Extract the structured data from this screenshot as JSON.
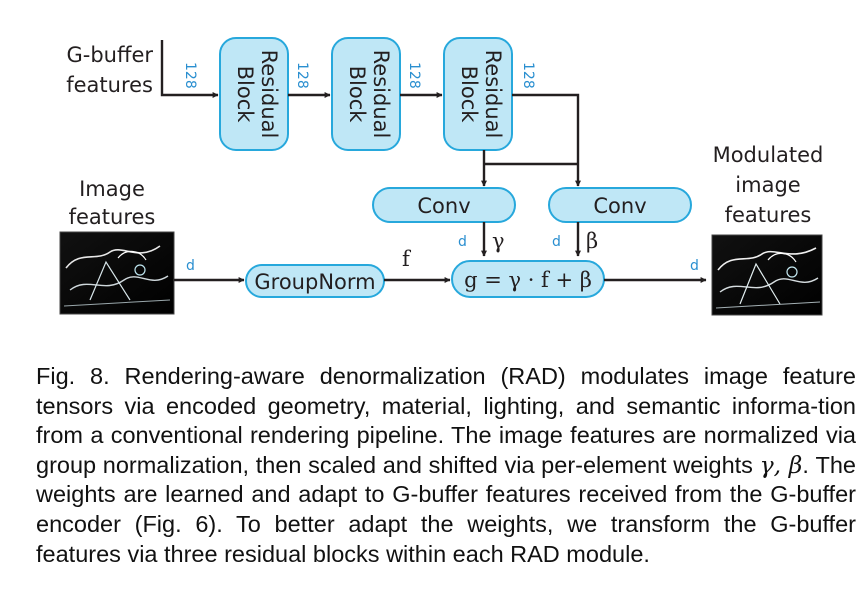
{
  "diagram": {
    "gbuffer_label": [
      "G-buffer",
      "features"
    ],
    "image_label": [
      "Image",
      "features"
    ],
    "output_label": [
      "Modulated",
      "image",
      "features"
    ],
    "residual_label": [
      "Residual",
      "Block"
    ],
    "channel_128": "128",
    "conv": "Conv",
    "groupnorm": "GroupNorm",
    "formula": "g = γ · f + β",
    "dim_d": "d",
    "f": "f",
    "gamma": "γ",
    "beta": "β"
  },
  "caption": {
    "pre": "Fig. 8. Rendering-aware denormalization (RAD) modulates image feature tensors via encoded geometry, material, lighting, and semantic informa-tion from a conventional rendering pipeline. The image features are normalized via group normalization, then scaled and shifted via per-element weights ",
    "weights": "γ, β",
    "post": ". The weights are learned and adapt to G-buffer features received from the G-buffer encoder (Fig. 6). To better adapt the weights, we transform the G-buffer features via three residual blocks within each RAD module."
  }
}
